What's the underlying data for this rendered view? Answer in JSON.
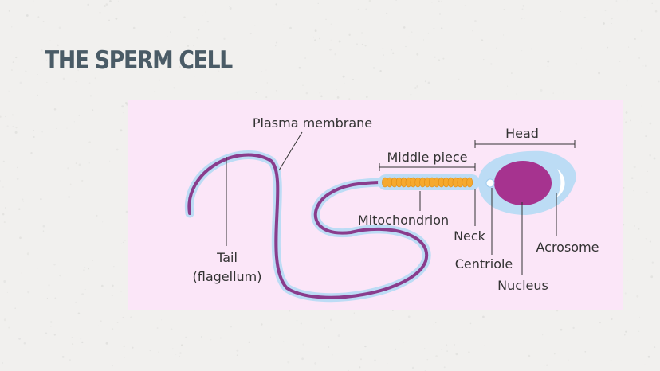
{
  "slide": {
    "title": "THE SPERM CELL"
  },
  "diagram": {
    "labels": {
      "plasma_membrane": "Plasma membrane",
      "head": "Head",
      "middle_piece": "Middle piece",
      "mitochondrion": "Mitochondrion",
      "neck": "Neck",
      "acrosome": "Acrosome",
      "centriole": "Centriole",
      "nucleus": "Nucleus",
      "tail_line1": "Tail",
      "tail_line2": "(flagellum)"
    },
    "colors": {
      "panel": "#fbe6f8",
      "membrane": "#bcdcf5",
      "tail": "#8a3c8c",
      "nucleus": "#a6338f",
      "mitochondria": "#f6a92e",
      "leader": "#333333",
      "title": "#4a5b66"
    }
  }
}
